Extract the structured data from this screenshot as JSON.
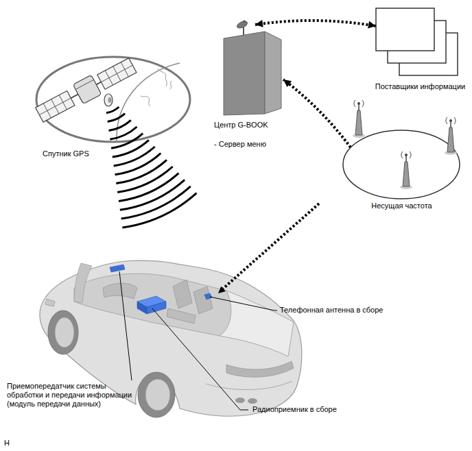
{
  "diagram": {
    "nodes": [
      {
        "text": [
          "Поставщики информации"
        ]
      },
      {
        "text": [
          "Центр G-BOOK",
          "- Сервер меню"
        ]
      },
      {
        "text": [
          "Несущая частота"
        ]
      }
    ],
    "edges": [
      {
        "from": 1,
        "to": 0,
        "arrow": "both"
      },
      {
        "from": 2,
        "to": 1,
        "arrow": "to"
      }
    ],
    "labels": [
      "Спутник GPS",
      "Телефонная антенна в сборе",
      "Приемопередатчик системы обработки и передачи информации (модуль передачи данных)",
      "Радиоприемник в сборе",
      "H"
    ]
  }
}
